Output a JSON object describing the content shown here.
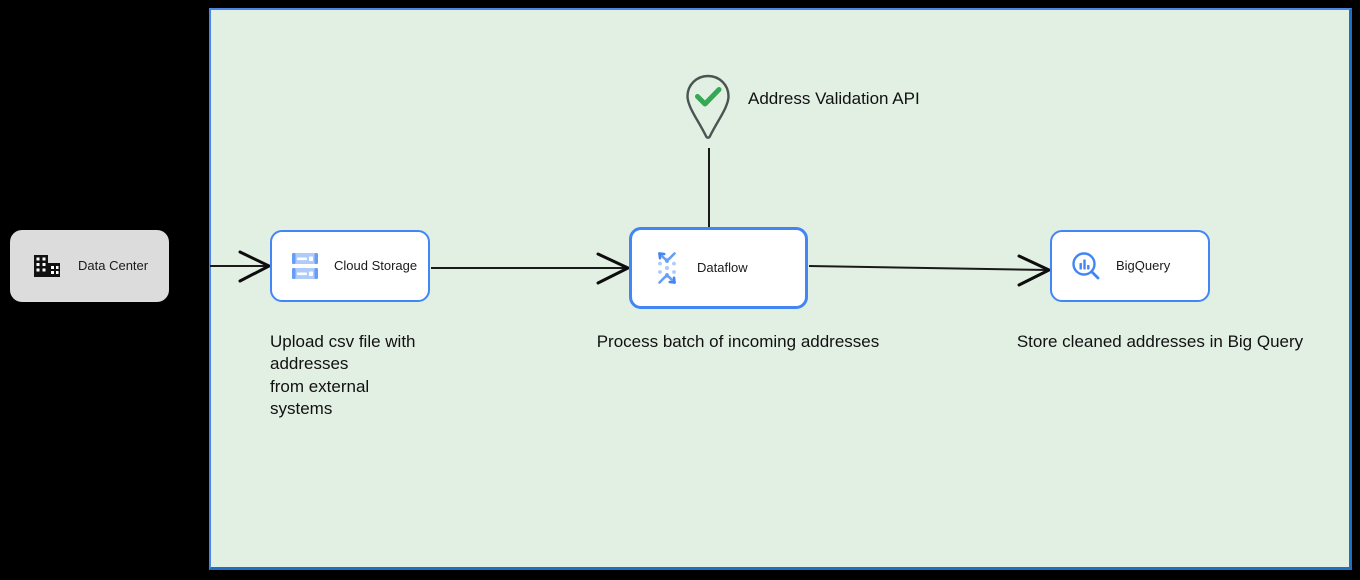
{
  "canvas": {
    "background_color": "#e2efe3",
    "border_color": "#4a86e8",
    "border_color_shadow": "#1f6fc4"
  },
  "page": {
    "background_color": "#000000"
  },
  "nodes": [
    {
      "id": "data-center",
      "label": "Data Center",
      "icon": "building-icon",
      "fill": "#dcdcdc",
      "text_color": "#1a1a1a",
      "selected": false
    },
    {
      "id": "cloud-storage",
      "label": "Cloud Storage",
      "icon": "cloud-storage-icon",
      "fill": "#ffffff",
      "border_color": "#4285f4",
      "text_color": "#1a1a1a",
      "selected": false
    },
    {
      "id": "dataflow",
      "label": "Dataflow",
      "icon": "dataflow-icon",
      "fill": "#ffffff",
      "border_color": "#4285f4",
      "text_color": "#1a1a1a",
      "selected": true
    },
    {
      "id": "bigquery",
      "label": "BigQuery",
      "icon": "bigquery-icon",
      "fill": "#ffffff",
      "border_color": "#4285f4",
      "text_color": "#1a1a1a",
      "selected": false
    }
  ],
  "annotation_node": {
    "id": "address-validation-api",
    "label": "Address Validation\nAPI",
    "icon": "map-pin-check-icon",
    "icon_stroke_color": "#4a5552",
    "check_color": "#34a853"
  },
  "captions": [
    {
      "id": "caption-cloud-storage",
      "text": "Upload csv file with\naddresses\nfrom external\nsystems"
    },
    {
      "id": "caption-dataflow",
      "text": "Process batch of incoming addresses"
    },
    {
      "id": "caption-bigquery",
      "text": "Store cleaned addresses in Big Query"
    }
  ],
  "edges": [
    {
      "id": "edge-datacenter-to-cloud-storage",
      "from": "data-center",
      "to": "cloud-storage",
      "arrowhead": "open",
      "color": "#1a1a1a"
    },
    {
      "id": "edge-cloud-storage-to-dataflow",
      "from": "cloud-storage",
      "to": "dataflow",
      "arrowhead": "open",
      "color": "#1a1a1a"
    },
    {
      "id": "edge-dataflow-to-bigquery",
      "from": "dataflow",
      "to": "bigquery",
      "arrowhead": "open",
      "color": "#1a1a1a"
    },
    {
      "id": "edge-api-to-dataflow",
      "from": "address-validation-api",
      "to": "dataflow",
      "arrowhead": "none",
      "color": "#1a1a1a"
    }
  ]
}
